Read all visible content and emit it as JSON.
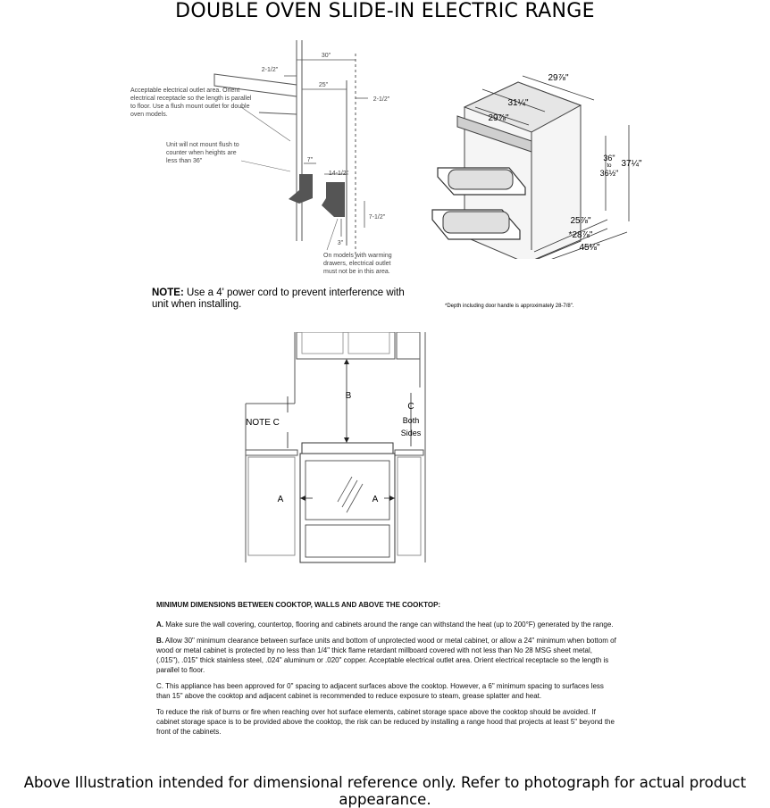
{
  "title": "DOUBLE OVEN SLIDE-IN ELECTRIC RANGE",
  "install_diagram": {
    "dim_30": "30\"",
    "dim_25": "25\"",
    "dim_left_212": "2-1/2\"",
    "dim_right_212": "2-1/2\"",
    "dim_7": "7\"",
    "dim_1412": "14-1/2\"",
    "dim_712": "7-1/2\"",
    "dim_3": "3\"",
    "outlet_note": "Acceptable electrical outlet area. Orient electrical receptacle so the length is parallel to floor. Use a flush mount outlet for double oven models.",
    "mount_note": "Unit will not mount flush to counter when heights are less than 36\"",
    "warming_note": "On models with warming drawers, electrical outlet must not be in this area."
  },
  "note": {
    "label": "NOTE:",
    "text": " Use a 4' power cord to prevent interference with unit when installing."
  },
  "range_diagram": {
    "dim_top": "29⅞\"",
    "dim_mid": "31¼\"",
    "dim_front": "29⅞\"",
    "dim_h1": "36\"",
    "dim_to": "to",
    "dim_h2": "36½\"",
    "dim_h3": "37¼\"",
    "dim_d1": "25⅞\"",
    "dim_d2": "*28⅞\"",
    "dim_d3": "45⅛\"",
    "footnote": "*Depth including door handle is approximately 28-7/8\"."
  },
  "clearance_diagram": {
    "label_a_left": "A",
    "label_a_right": "A",
    "label_b": "B",
    "label_c": "C",
    "label_both": "Both",
    "label_sides": "Sides",
    "label_note_c": "NOTE C"
  },
  "instructions": {
    "heading": "MINIMUM DIMENSIONS BETWEEN COOKTOP, WALLS AND ABOVE THE COOKTOP:",
    "a_label": "A.",
    "a_text": " Make sure the wall covering, countertop, flooring and cabinets around the range can withstand the heat (up to 200°F) generated by the range.",
    "b_label": "B.",
    "b_text": " Allow 30\" minimum clearance between surface units and bottom of unprotected wood or metal cabinet, or allow a 24\" minimum when bottom of wood or metal cabinet is protected by no less than 1/4\" thick flame retardant millboard covered with not less than No 28 MSG sheet metal, (.015\"), .015\" thick stainless steel, .024\" aluminum or .020\" copper. Acceptable electrical outlet area. Orient electrical receptacle so the length is parallel to floor.",
    "c_text": "C. This appliance has been approved for 0\" spacing to adjacent surfaces above the cooktop. However, a 6\" minimum spacing to surfaces less than 15\" above the cooktop and adjacent cabinet is recommended to reduce exposure to steam, grease splatter and heat.",
    "risk_text": "To reduce the risk of burns or fire when reaching over hot surface elements, cabinet storage space above the cooktop should be avoided. If cabinet storage space is to be provided above the cooktop, the risk can be reduced by installing a range hood that projects at least 5\" beyond the front of the cabinets."
  },
  "disclaimer": "Above Illustration intended for dimensional reference only. Refer to photograph for actual product appearance."
}
